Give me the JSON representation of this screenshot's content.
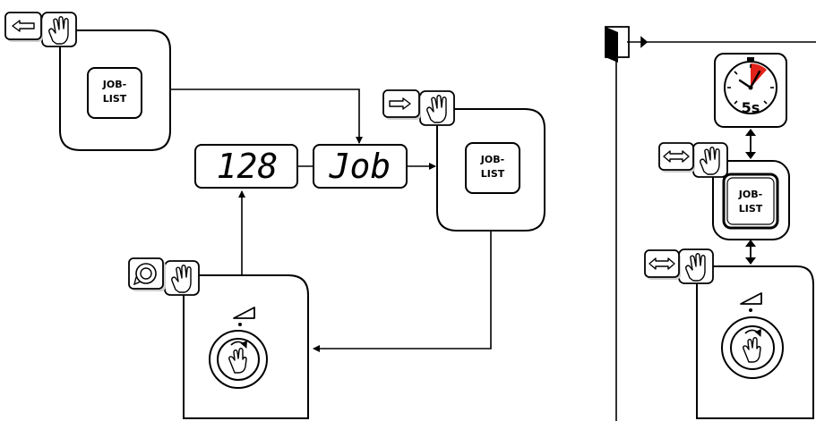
{
  "left_flow": {
    "job_list_button_top": {
      "line1": "JOB-",
      "line2": "LIST"
    },
    "job_list_button_right": {
      "line1": "JOB-",
      "line2": "LIST"
    },
    "display_number": {
      "value": "128"
    },
    "display_text": {
      "value": "Job"
    }
  },
  "right_flow": {
    "timer": {
      "label": "5s"
    },
    "job_list_button": {
      "line1": "JOB-",
      "line2": "LIST"
    }
  },
  "colors": {
    "line": "#000000",
    "fill": "#ffffff",
    "timer_sector": "#e2231a",
    "shadow": "#9a9a9a"
  },
  "icons": [
    "back-arrow-icon",
    "forward-arrow-icon",
    "double-arrow-icon",
    "rotate-icon",
    "hand-press-icon",
    "knob-press-icon",
    "volume-ramp-icon",
    "exit-door-icon",
    "timer-icon"
  ]
}
